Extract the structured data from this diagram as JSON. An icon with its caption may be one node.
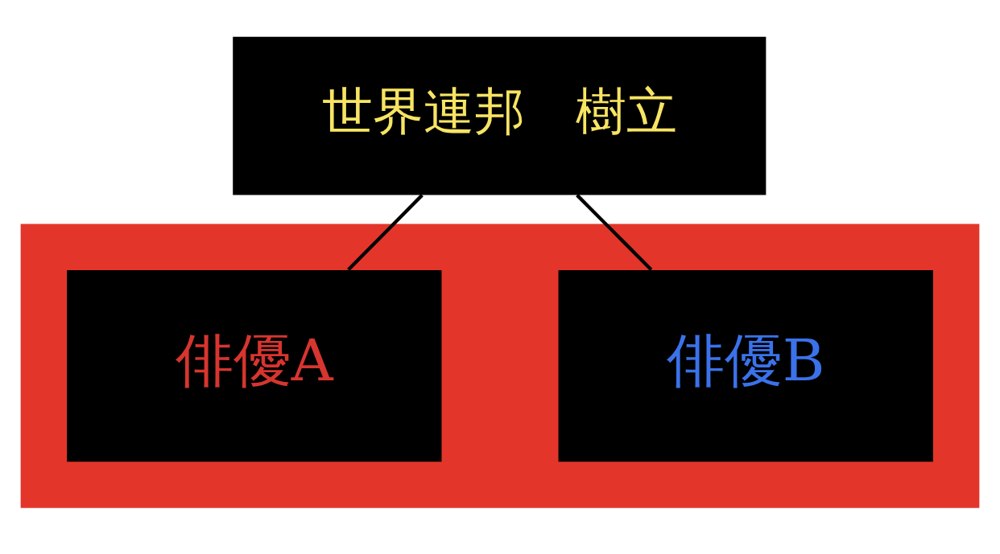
{
  "diagram": {
    "nodes": [
      {
        "text": [
          "世界連邦　樹立"
        ]
      },
      {
        "text": [],
        "shape": "band"
      },
      {
        "text": [
          "俳優A"
        ],
        "in": 1
      },
      {
        "text": [
          "俳優B"
        ],
        "in": 1
      }
    ],
    "edges": [
      {
        "from": 0,
        "to": 2,
        "arrow": "none"
      },
      {
        "from": 0,
        "to": 3,
        "arrow": "none"
      }
    ]
  }
}
